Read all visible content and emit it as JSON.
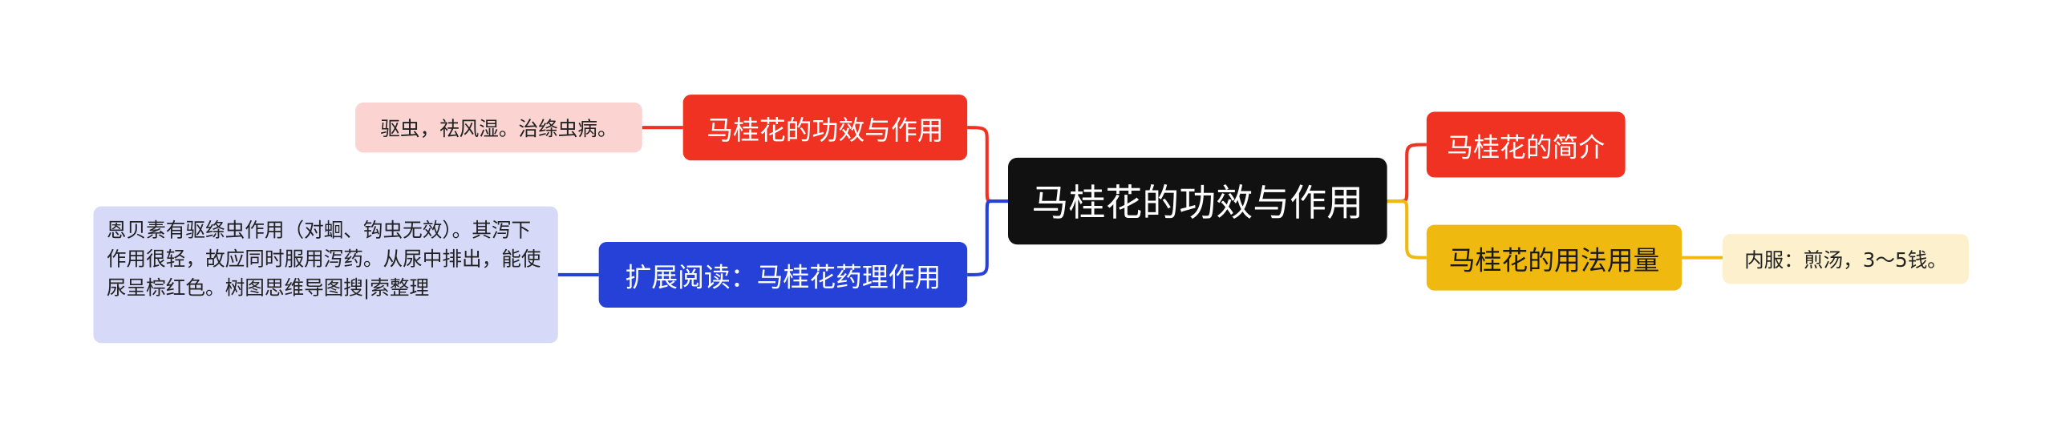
{
  "mindmap": {
    "root": {
      "label": "马桂花的功效与作用"
    },
    "branches": [
      {
        "label": "马桂花的功效与作用",
        "color": "#f03223",
        "leaf": {
          "text": "驱虫，祛风湿。治绦虫病。",
          "color": "#fbd4d2"
        }
      },
      {
        "label": "扩展阅读：马桂花药理作用",
        "color": "#2541d8",
        "leaf": {
          "text": "恩贝素有驱绦虫作用（对蛔、钩虫无效）。其泻下作用很轻，故应同时服用泻药。从尿中排出，能使尿呈棕红色。树图思维导图搜|索整理",
          "color": "#d6d9f7"
        }
      },
      {
        "label": "马桂花的简介",
        "color": "#f03223"
      },
      {
        "label": "马桂花的用法用量",
        "color": "#f0b90f",
        "leaf": {
          "text": "内服：煎汤，3～5钱。",
          "color": "#fdf0cd"
        }
      }
    ]
  }
}
